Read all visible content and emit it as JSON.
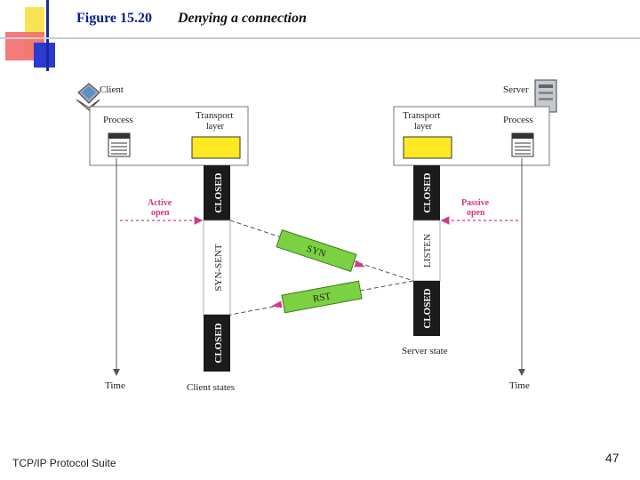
{
  "figure": {
    "number": "Figure 15.20",
    "title": "Denying a connection"
  },
  "footer": {
    "suite": "TCP/IP Protocol Suite",
    "page": "47"
  },
  "client": {
    "label": "Client",
    "process": "Process",
    "transport_line1": "Transport",
    "transport_line2": "layer",
    "states": [
      "CLOSED",
      "SYN-SENT",
      "CLOSED"
    ],
    "states_label": "Client states",
    "time_label": "Time",
    "open_line1": "Active",
    "open_line2": "open"
  },
  "server": {
    "label": "Server",
    "process": "Process",
    "transport_line1": "Transport",
    "transport_line2": "layer",
    "states": [
      "CLOSED",
      "LISTEN",
      "CLOSED"
    ],
    "state_label": "Server state",
    "time_label": "Time",
    "open_line1": "Passive",
    "open_line2": "open"
  },
  "segments": {
    "syn": "SYN",
    "rst": "RST"
  },
  "colors": {
    "accent_blue": "#1c2fbf",
    "accent_yellow": "#f5e34a",
    "accent_red": "#e53a3a",
    "segment_green": "#7bd142",
    "arrow_magenta": "#d4378a",
    "state_black": "#1b1b1b",
    "box_yellow": "#ffe923"
  }
}
